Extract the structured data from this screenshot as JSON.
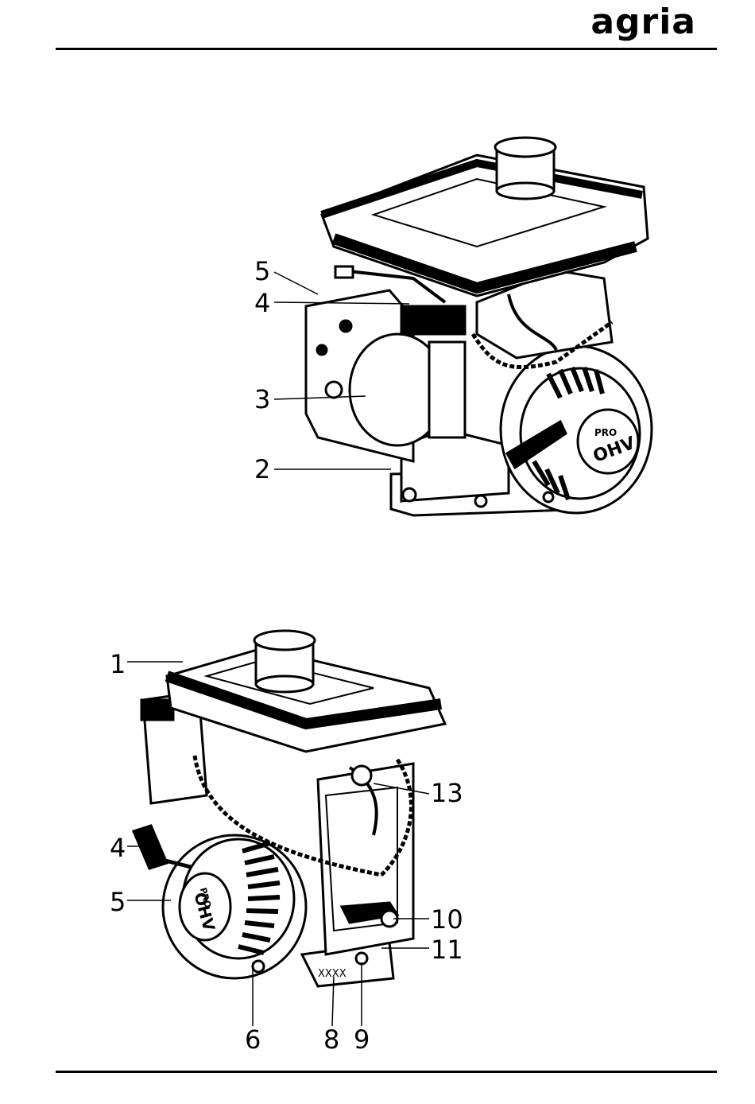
{
  "header": {
    "brand": "agria"
  },
  "figure_top": {
    "labels": [
      "5",
      "4",
      "3",
      "2"
    ]
  },
  "figure_bottom": {
    "labels": [
      "1",
      "13",
      "4",
      "5",
      "10",
      "11",
      "6",
      "8",
      "9"
    ],
    "plate_text": "XXXX"
  },
  "engine_badge": {
    "line1": "PRO",
    "line2": "OHV"
  }
}
